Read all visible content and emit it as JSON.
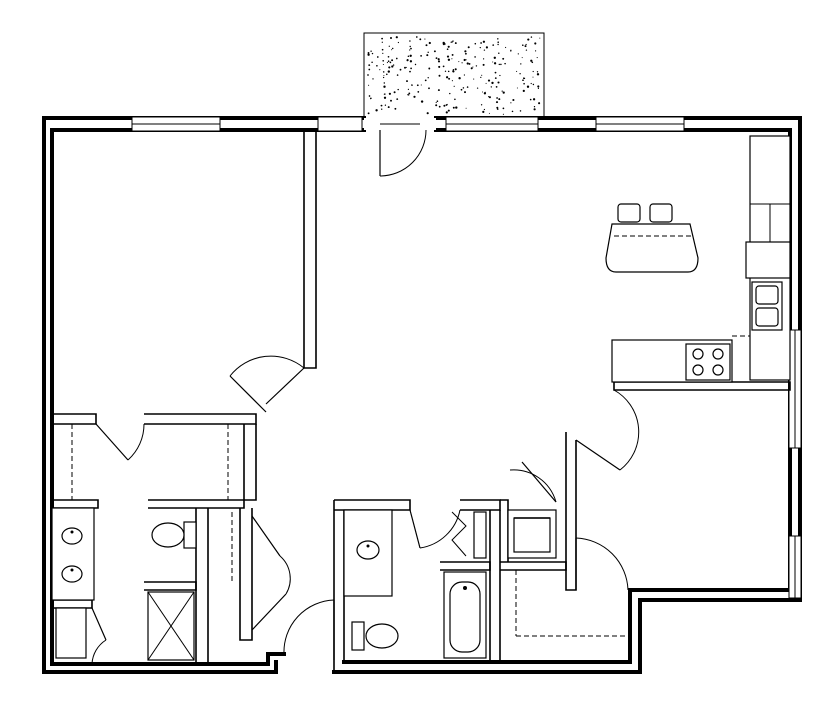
{
  "diagram": {
    "type": "floor-plan",
    "rooms": [
      "bedroom",
      "living-area",
      "kitchen",
      "bathroom-primary",
      "bathroom-secondary",
      "walk-in-closet",
      "laundry",
      "closet",
      "patio"
    ],
    "colors": {
      "line": "#000000",
      "background": "#ffffff"
    }
  }
}
